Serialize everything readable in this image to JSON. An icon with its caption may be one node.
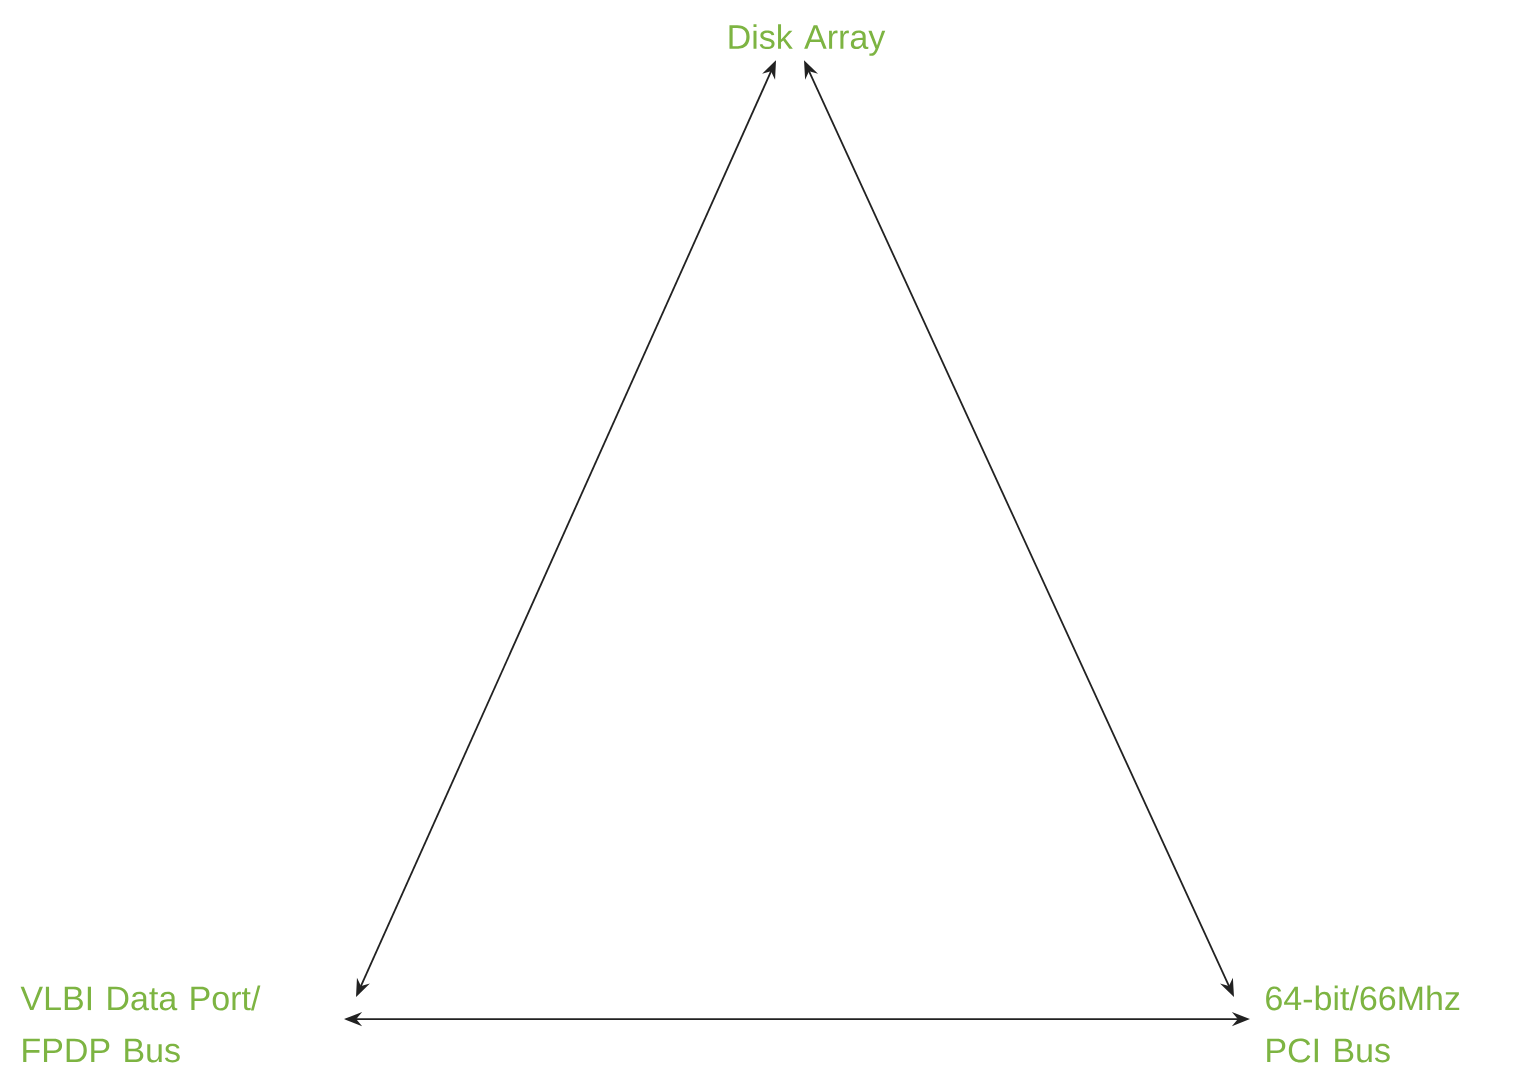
{
  "diagram": {
    "nodes": [
      {
        "text": [
          "Disk Array"
        ]
      },
      {
        "text": [
          "VLBI Data Port/ FPDP Bus"
        ]
      },
      {
        "text": [
          "64-bit/66Mhz PCI Bus"
        ]
      }
    ],
    "edges": [
      {
        "from": 0,
        "to": 1,
        "arrow": "both"
      },
      {
        "from": 0,
        "to": 2,
        "arrow": "both"
      },
      {
        "from": 1,
        "to": 2,
        "arrow": "both"
      }
    ]
  }
}
